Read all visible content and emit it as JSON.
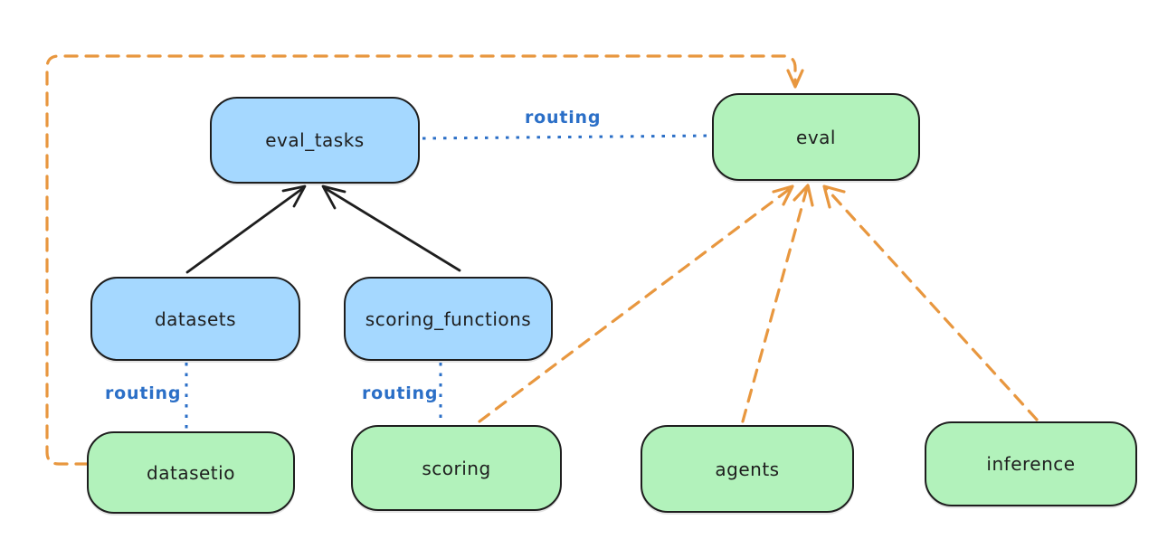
{
  "diagram": {
    "nodes": {
      "eval_tasks": {
        "label": "eval_tasks",
        "kind": "registry"
      },
      "eval": {
        "label": "eval",
        "kind": "api"
      },
      "datasets": {
        "label": "datasets",
        "kind": "registry"
      },
      "scoring_functions": {
        "label": "scoring_functions",
        "kind": "registry"
      },
      "datasetio": {
        "label": "datasetio",
        "kind": "api"
      },
      "scoring": {
        "label": "scoring",
        "kind": "api"
      },
      "agents": {
        "label": "agents",
        "kind": "api"
      },
      "inference": {
        "label": "inference",
        "kind": "api"
      }
    },
    "edge_labels": {
      "top": "routing",
      "left": "routing",
      "middle": "routing"
    },
    "edges": [
      {
        "from": "datasets",
        "to": "eval_tasks",
        "style": "solid-arrow",
        "color": "black"
      },
      {
        "from": "scoring_functions",
        "to": "eval_tasks",
        "style": "solid-arrow",
        "color": "black"
      },
      {
        "from": "eval_tasks",
        "to": "eval",
        "style": "dotted",
        "color": "blue",
        "label": "routing"
      },
      {
        "from": "datasets",
        "to": "datasetio",
        "style": "dotted",
        "color": "blue",
        "label": "routing"
      },
      {
        "from": "scoring_functions",
        "to": "scoring",
        "style": "dotted",
        "color": "blue",
        "label": "routing"
      },
      {
        "from": "datasetio",
        "to": "eval",
        "style": "dashed-arrow",
        "color": "orange"
      },
      {
        "from": "scoring",
        "to": "eval",
        "style": "dashed-arrow",
        "color": "orange"
      },
      {
        "from": "agents",
        "to": "eval",
        "style": "dashed-arrow",
        "color": "orange"
      },
      {
        "from": "inference",
        "to": "eval",
        "style": "dashed-arrow",
        "color": "orange"
      }
    ],
    "colors": {
      "background": "#ffffff",
      "stroke": "#1e1e1e",
      "registry_fill": "#a5d8ff",
      "api_fill": "#b2f2bb",
      "routing_blue": "#2b6fc7",
      "orange": "#e8973f"
    }
  }
}
